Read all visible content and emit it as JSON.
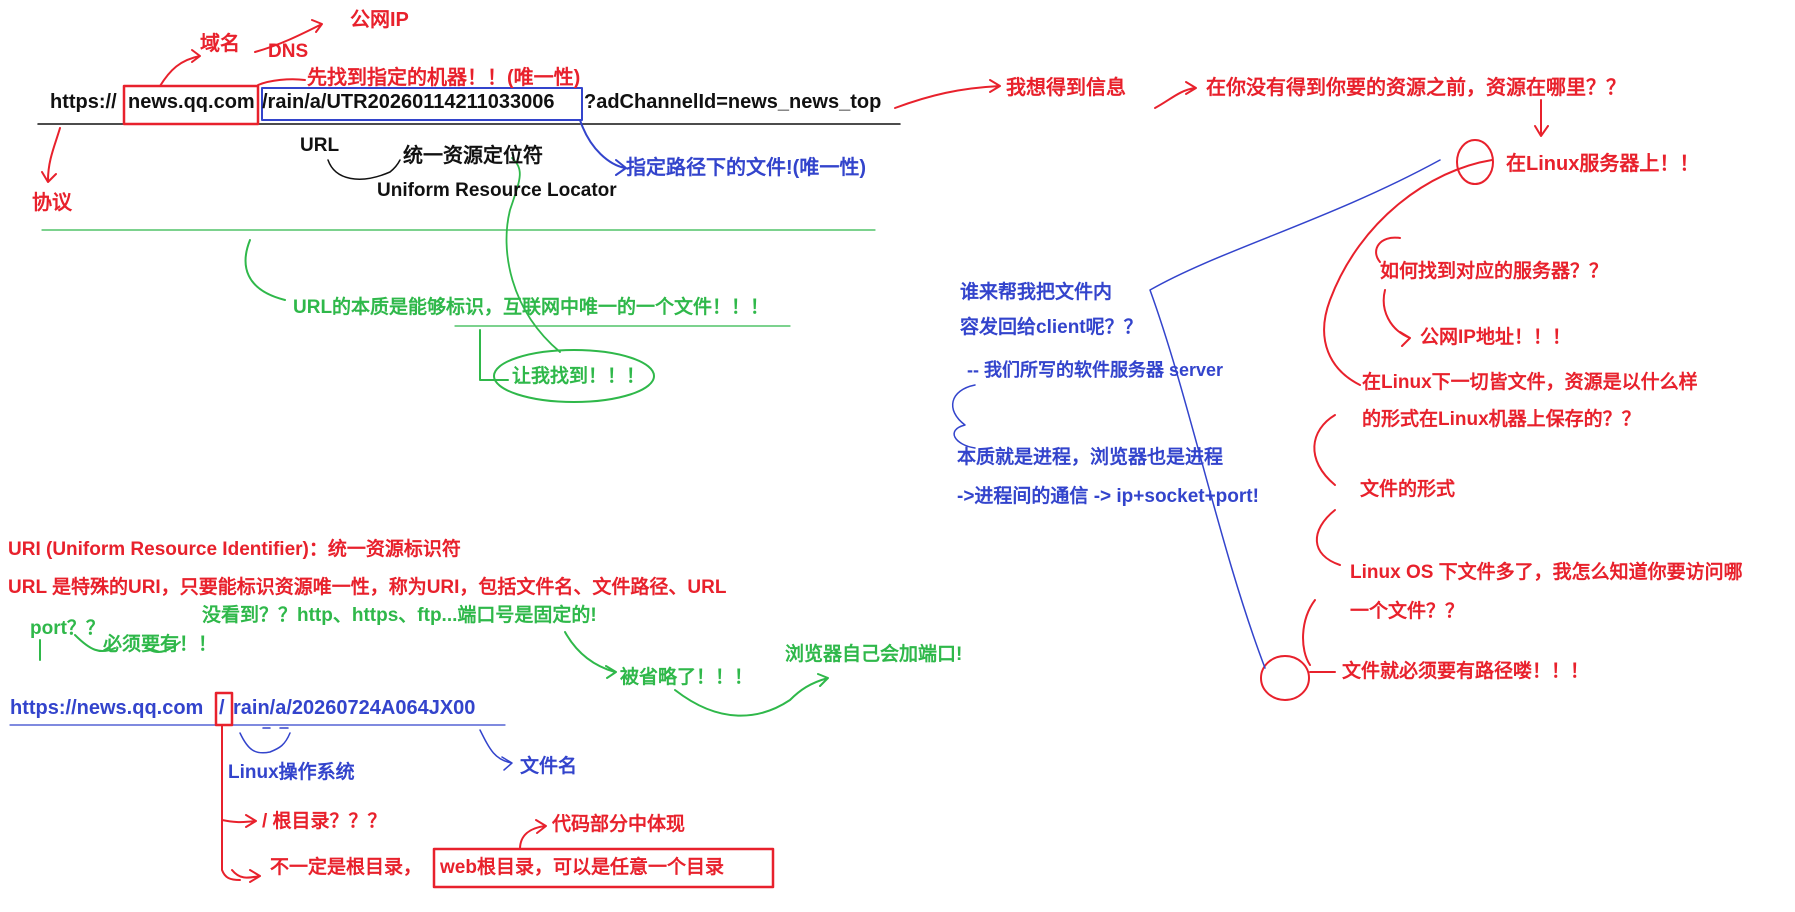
{
  "colors": {
    "red": "#e8212c",
    "blue": "#3344cc",
    "green": "#2fb84a",
    "black": "#111111"
  },
  "url_main": {
    "prefix": "https://",
    "domain": "news.qq.com",
    "path": "/rain/a/UTR20260114211033006",
    "query": "?adChannelId=news_news_top"
  },
  "labels": {
    "domain_label": "域名",
    "dns": "DNS",
    "public_ip": "公网IP",
    "find_machine": "先找到指定的机器！！(唯一性)",
    "protocol": "协议",
    "url_short": "URL",
    "url_cn": "统一资源定位符",
    "url_en": "Uniform Resource Locator",
    "path_file": "指定路径下的文件!(唯一性)",
    "url_essence": "URL的本质是能够标识，互联网中唯一的一个文件！！！",
    "let_find": "让我找到！！！"
  },
  "right": {
    "want_info": "我想得到信息",
    "where_resource": "在你没有得到你要的资源之前，资源在哪里？？",
    "on_linux": "在Linux服务器上！！",
    "how_find_server": "如何找到对应的服务器？？",
    "public_ip_addr": "公网IP地址！！！",
    "everything_file_1": "在Linux下一切皆文件，资源是以什么样",
    "everything_file_2": "的形式在Linux机器上保存的？？",
    "file_form": "文件的形式",
    "many_files_1": "Linux OS 下文件多了，我怎么知道你要访问哪",
    "many_files_2": "一个文件？？",
    "must_path": "文件就必须要有路径喽！！！"
  },
  "middle": {
    "who_sends_1": "谁来帮我把文件内",
    "who_sends_2": "容发回给client呢？？",
    "our_server": "-- 我们所写的软件服务器 server",
    "is_process": "本质就是进程，浏览器也是进程",
    "ipc": "->进程间的通信 -> ip+socket+port!"
  },
  "bottom": {
    "uri_def": "URI (Uniform Resource Identifier)：统一资源标识符",
    "url_special": "URL 是特殊的URI，只要能标识资源唯一性，称为URI，包括文件名、文件路径、URL",
    "port_q": "port？？",
    "must_have": "必须要有！！",
    "not_seen": "没看到？？http、https、ftp...端口号是固定的!",
    "omitted": "被省略了！！！",
    "browser_adds": "浏览器自己会加端口!",
    "url2_prefix": "https://news.qq.com",
    "url2_slash": "/",
    "url2_path": "rain/a/20260724A064JX00",
    "linux_os": "Linux操作系统",
    "filename": "文件名",
    "root_q": "/ 根目录？？？",
    "code_part": "代码部分中体现",
    "not_root": "不一定是根目录，",
    "web_root": "web根目录，可以是任意一个目录"
  }
}
